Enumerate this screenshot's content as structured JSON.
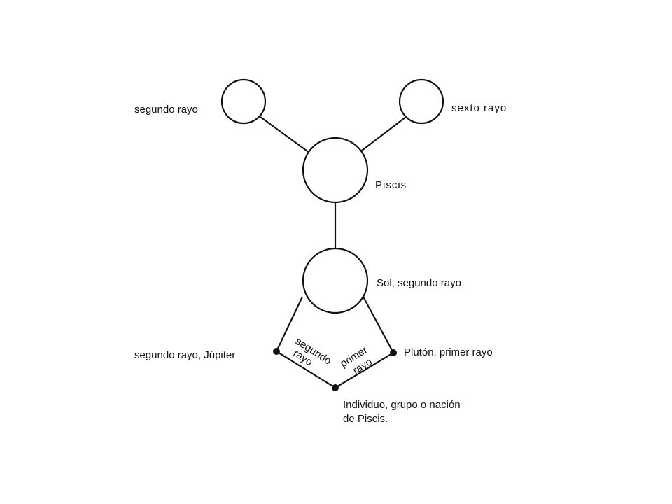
{
  "nodes": {
    "segundo_rayo": "segundo rayo",
    "sexto_rayo": "sexto rayo",
    "piscis": "Piscis",
    "sol": "Sol, segundo rayo",
    "jupiter": "segundo rayo, Júpiter",
    "pluton": "Plutón, primer rayo",
    "individuo_line1": "Individuo, grupo o nación",
    "individuo_line2": "de Piscis."
  },
  "edges": {
    "left_line1": "segundo",
    "left_line2": "rayo",
    "right_line1": "primer",
    "right_line2": "rayo"
  },
  "colors": {
    "ink": "#111111",
    "background": "#ffffff"
  }
}
